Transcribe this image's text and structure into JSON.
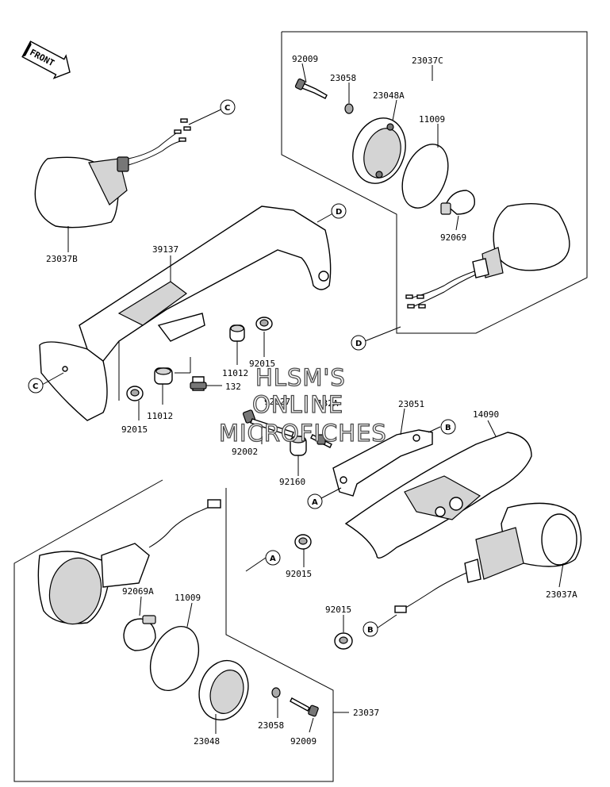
{
  "front_badge": "FRONT",
  "watermark": {
    "line1": "HLSM'S",
    "line2": "ONLINE",
    "line3": "MICROFICHES"
  },
  "callout_letters": {
    "a": "A",
    "b": "B",
    "c": "C",
    "d": "D"
  },
  "parts": {
    "p_92009_top": "92009",
    "p_23037C": "23037C",
    "p_23058_top": "23058",
    "p_23048A": "23048A",
    "p_11009_top": "11009",
    "p_92069": "92069",
    "p_23037B": "23037B",
    "p_39137": "39137",
    "p_92015_mid": "92015",
    "p_11012_mid": "11012",
    "p_132": "132",
    "p_11012_left": "11012",
    "p_92015_left": "92015",
    "p_92027": "92027",
    "p_132A": "132A",
    "p_92002": "92002",
    "p_23051": "23051",
    "p_14090": "14090",
    "p_92160": "92160",
    "p_92015_lower": "92015",
    "p_92069A": "92069A",
    "p_11009_bottom": "11009",
    "p_92015_right": "92015",
    "p_23037A": "23037A",
    "p_23058_bottom": "23058",
    "p_23048": "23048",
    "p_92009_bottom": "92009",
    "p_23037": "23037"
  }
}
